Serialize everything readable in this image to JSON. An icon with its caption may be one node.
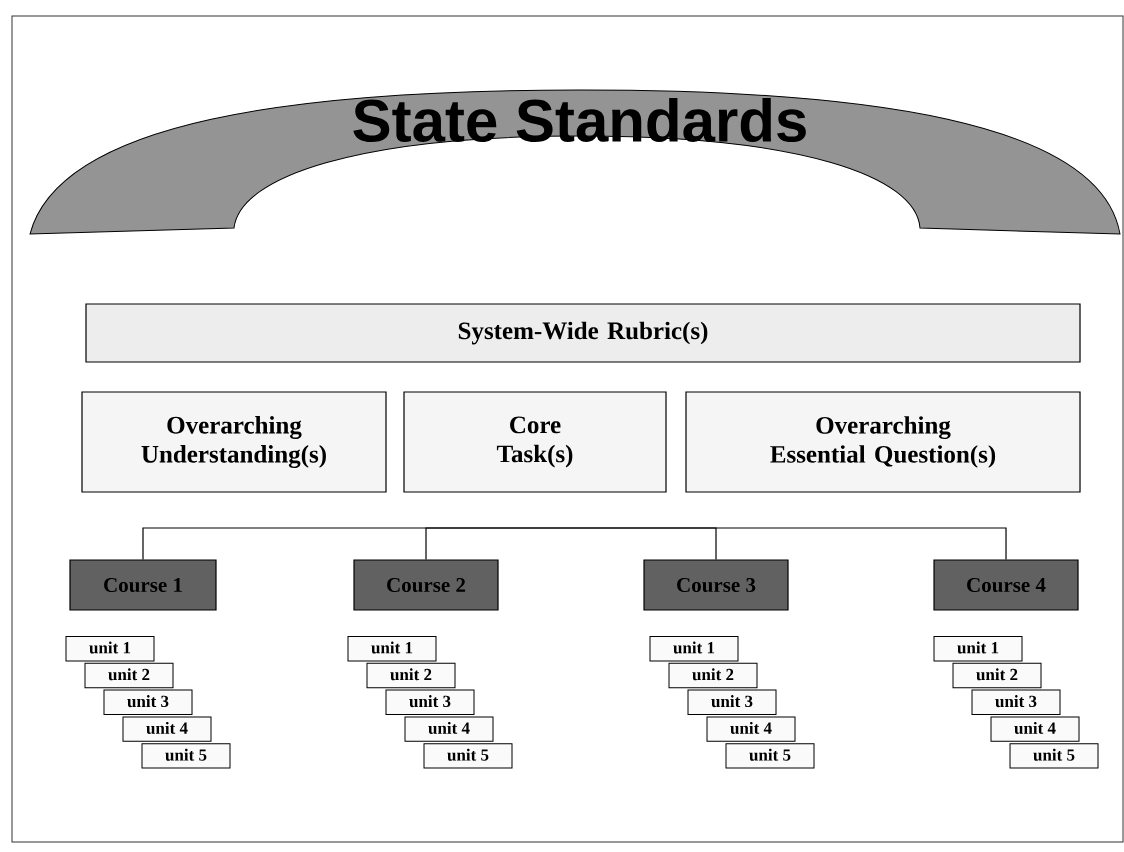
{
  "diagram": {
    "nodes": [
      {
        "text": [
          "State Standards"
        ]
      },
      {
        "text": [
          "System-Wide Rubric(s)"
        ]
      },
      {
        "text": [
          "Overarching Understanding(s)"
        ]
      },
      {
        "text": [
          "Core Task(s)"
        ]
      },
      {
        "text": [
          "Overarching Essential Question(s)"
        ]
      },
      {
        "text": [
          "Course 1"
        ]
      },
      {
        "text": [
          "Course 2"
        ]
      },
      {
        "text": [
          "Course 3"
        ]
      },
      {
        "text": [
          "Course 4"
        ]
      },
      {
        "text": [
          "unit 1"
        ]
      },
      {
        "text": [
          "unit 2"
        ]
      },
      {
        "text": [
          "unit 3"
        ]
      },
      {
        "text": [
          "unit 4"
        ]
      },
      {
        "text": [
          "unit 5"
        ]
      },
      {
        "text": [
          "unit 1"
        ]
      },
      {
        "text": [
          "unit 2"
        ]
      },
      {
        "text": [
          "unit 3"
        ]
      },
      {
        "text": [
          "unit 4"
        ]
      },
      {
        "text": [
          "unit 5"
        ]
      },
      {
        "text": [
          "unit 1"
        ]
      },
      {
        "text": [
          "unit 2"
        ]
      },
      {
        "text": [
          "unit 3"
        ]
      },
      {
        "text": [
          "unit 4"
        ]
      },
      {
        "text": [
          "unit 5"
        ]
      },
      {
        "text": [
          "unit 1"
        ]
      },
      {
        "text": [
          "unit 2"
        ]
      },
      {
        "text": [
          "unit 3"
        ]
      },
      {
        "text": [
          "unit 4"
        ]
      },
      {
        "text": [
          "unit 5"
        ]
      }
    ],
    "edges": [
      {
        "from": null,
        "to": 5,
        "arrow": "none"
      },
      {
        "from": null,
        "to": 6,
        "arrow": "none"
      },
      {
        "from": null,
        "to": 7,
        "arrow": "none"
      },
      {
        "from": null,
        "to": 8,
        "arrow": "none"
      }
    ]
  }
}
